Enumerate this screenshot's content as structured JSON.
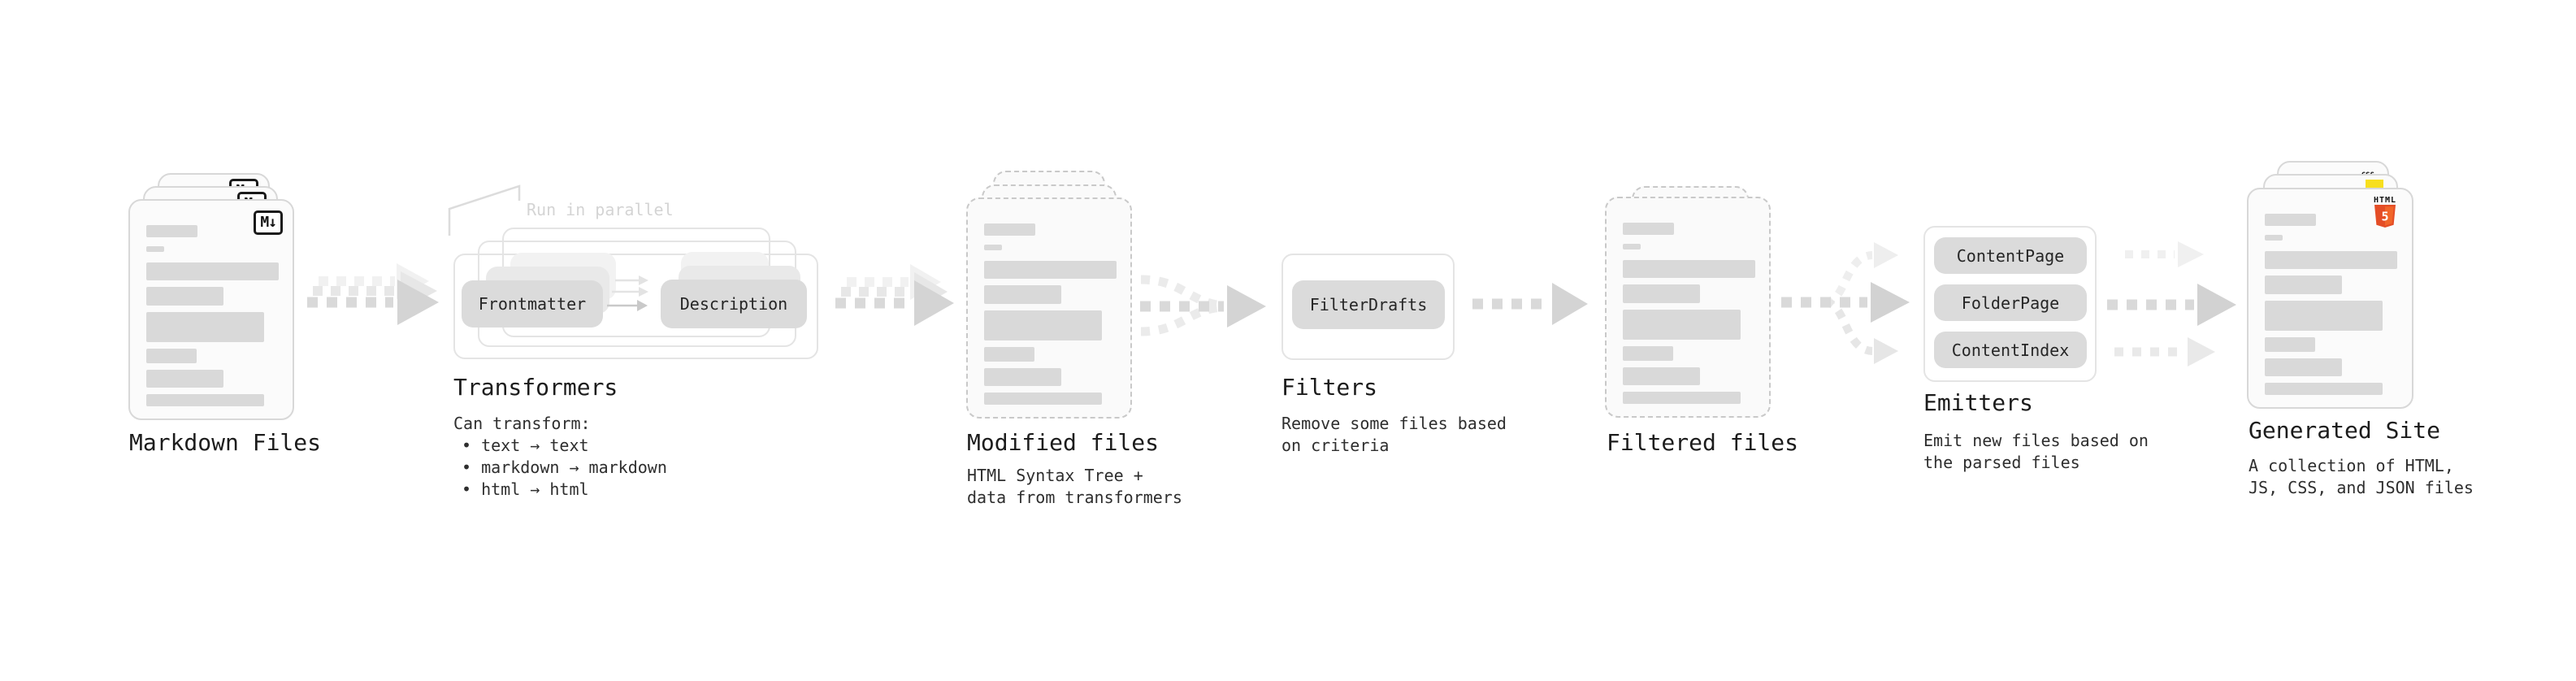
{
  "stages": {
    "markdown_files": {
      "label": "Markdown Files"
    },
    "transformers": {
      "label": "Transformers",
      "annotation": "Run in parallel",
      "pills": [
        "Frontmatter",
        "Description"
      ],
      "description": [
        "Can transform:"
      ],
      "bullets": [
        "• text → text",
        "• markdown → markdown",
        "• html → html"
      ]
    },
    "modified_files": {
      "label": "Modified files",
      "description": [
        "HTML Syntax Tree +",
        "data from transformers"
      ]
    },
    "filters": {
      "label": "Filters",
      "pills": [
        "FilterDrafts"
      ],
      "description": [
        "Remove some files based",
        "on criteria"
      ]
    },
    "filtered_files": {
      "label": "Filtered files"
    },
    "emitters": {
      "label": "Emitters",
      "pills": [
        "ContentPage",
        "FolderPage",
        "ContentIndex"
      ],
      "description": [
        "Emit new files based on",
        "the parsed files"
      ]
    },
    "generated_site": {
      "label": "Generated Site",
      "description": [
        "A collection of HTML,",
        "JS, CSS, and JSON files"
      ]
    }
  },
  "icons": {
    "markdown_badge": "M↓",
    "html5_label": "HTML",
    "html5_numeral": "5",
    "css_label": "CSS"
  },
  "colors": {
    "arrow_dark": "#d9d9d9",
    "arrow_head_dark": "#d2d2d2",
    "arrow_mid": "#e7e7e7",
    "arrow_light": "#f1f1f1",
    "pill_bg": "#dbdbdb",
    "doc_fill": "#fbfbfb",
    "doc_border": "#d8d8d8",
    "dashed_border": "#c9c9c9",
    "container_border": "#e4e4e4",
    "text_dark": "#1c1c1c",
    "annotation_gray": "#d4d4d4",
    "html5_orange": "#e44d26",
    "html5_orange_light": "#f16529",
    "js_yellow": "#f7df1e",
    "css_blue": "#2962ff",
    "bar_gray": "#d9d9d9"
  }
}
